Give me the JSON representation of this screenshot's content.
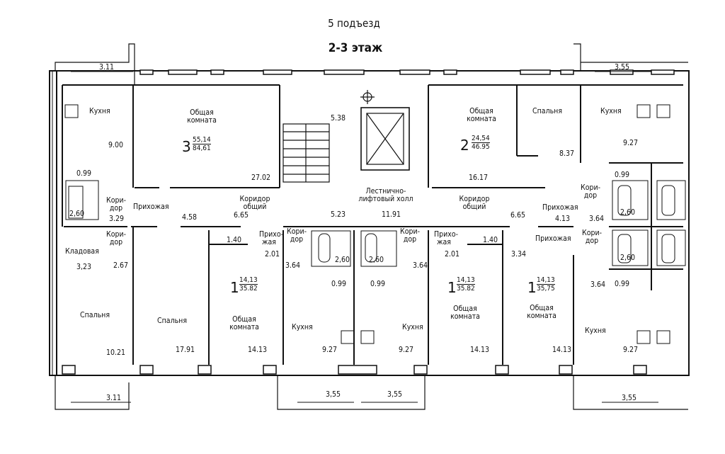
{
  "header": {
    "entrance": "5 подъезд",
    "floor": "2-3 этаж"
  },
  "dimensions": {
    "top_left": "3.11",
    "top_right": "3,55",
    "bottom_left": "3.11",
    "bottom_mid1": "3,55",
    "bottom_mid2": "3,55",
    "bottom_right": "3,55"
  },
  "rooms": {
    "kitchen": "Кухня",
    "common_room": "Общая комната",
    "bedroom": "Спальня",
    "hallway": "Прихожая",
    "hallway_split": "Прихо-жая",
    "corridor": "Кори-дор",
    "corridor_common": "Коридор общий",
    "pantry": "Кладовая",
    "stair_hall": "Лестнично-лифтовый холл"
  },
  "apartments": [
    {
      "rooms": "3",
      "living": "55,14",
      "total": "84,61"
    },
    {
      "rooms": "2",
      "living": "24,54",
      "total": "46.95"
    },
    {
      "rooms": "1",
      "living": "14,13",
      "total": "35.82"
    },
    {
      "rooms": "1",
      "living": "14,13",
      "total": "35.82"
    },
    {
      "rooms": "1",
      "living": "14,13",
      "total": "35,75"
    }
  ],
  "areas": {
    "a9_00": "9.00",
    "a0_99": "0.99",
    "a2_60": "2,60",
    "a3_29": "3.29",
    "a4_58": "4.58",
    "a27_02": "27.02",
    "a6_65": "6.65",
    "a5_38": "5.38",
    "a16_17": "16.17",
    "a8_37": "8.37",
    "a9_27": "9.27",
    "a4_13": "4.13",
    "a3_64": "3.64",
    "a5_23": "5.23",
    "a11_91": "11.91",
    "a1_40": "1.40",
    "a2_01": "2.01",
    "a3_34": "3.34",
    "a3_23": "3,23",
    "a2_67": "2.67",
    "a10_21": "10.21",
    "a17_91": "17.91",
    "a14_13": "14.13"
  }
}
